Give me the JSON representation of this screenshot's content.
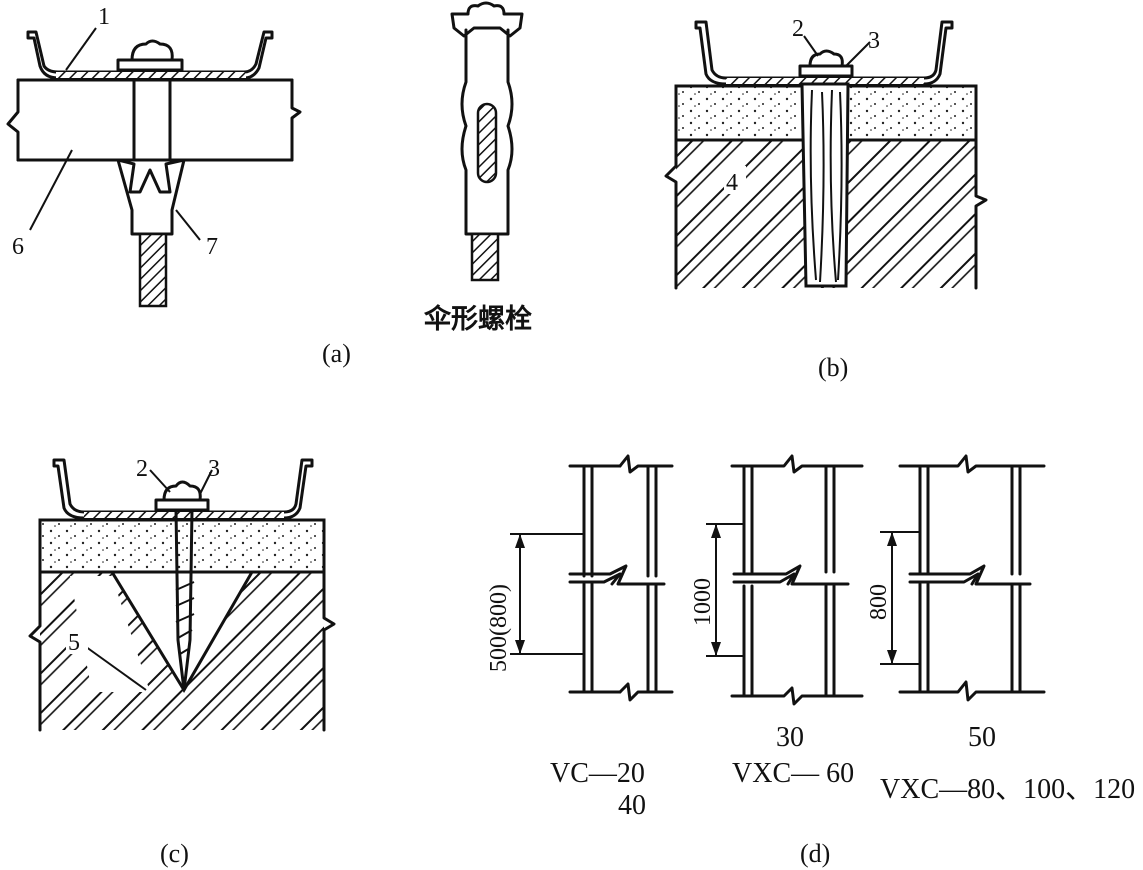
{
  "labels": {
    "a": {
      "n1": "1",
      "n6": "6",
      "n7": "7",
      "caption": "(a)"
    },
    "bolt": {
      "caption": "伞形螺栓"
    },
    "b": {
      "n2": "2",
      "n3": "3",
      "n4": "4",
      "caption": "(b)"
    },
    "c": {
      "n2": "2",
      "n3": "3",
      "n5": "5",
      "caption": "(c)"
    },
    "d": {
      "dim1": "500(800)",
      "dim2": "1000",
      "dim3": "800",
      "w2": "30",
      "w3": "50",
      "model1_line1": "VC—20",
      "model1_line2": "40",
      "model2": "VXC— 60",
      "model3": "VXC—80、100、120",
      "caption": "(d)"
    }
  }
}
